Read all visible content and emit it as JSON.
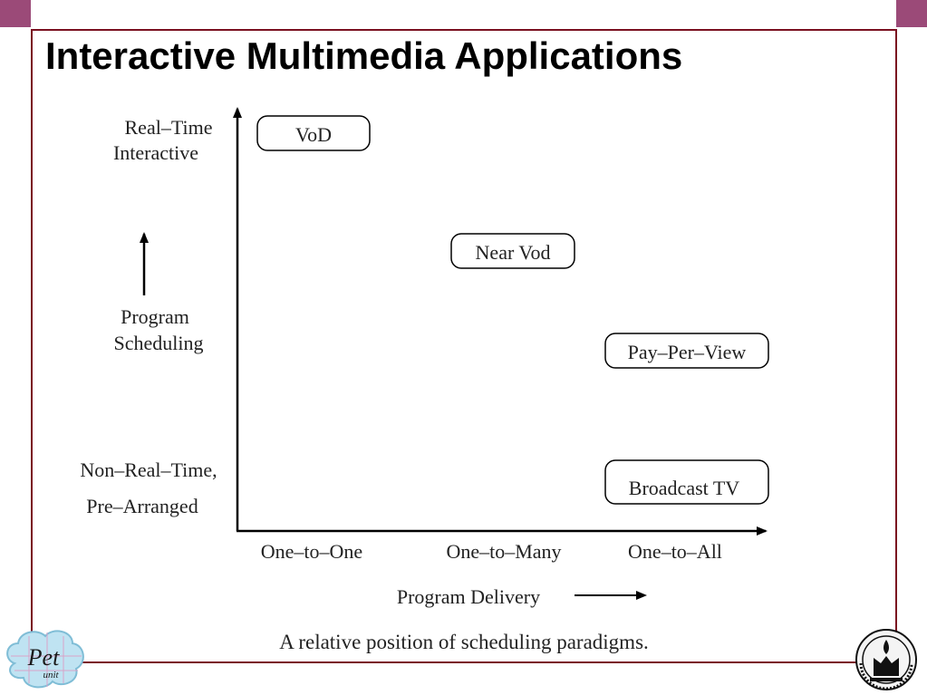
{
  "slide": {
    "title": "Interactive Multimedia Applications"
  },
  "diagram": {
    "y_axis": {
      "top_label_line1": "Real–Time",
      "top_label_line2": "Interactive",
      "middle_label_line1": "Program",
      "middle_label_line2": "Scheduling",
      "bottom_label_line1": "Non–Real–Time,",
      "bottom_label_line2": "Pre–Arranged"
    },
    "x_axis": {
      "ticks": [
        "One–to–One",
        "One–to–Many",
        "One–to–All"
      ],
      "label": "Program Delivery"
    },
    "boxes": [
      "VoD",
      "Near Vod",
      "Pay–Per–View",
      "Broadcast TV"
    ],
    "caption": "A relative position of scheduling paradigms."
  },
  "logos": {
    "left_text_1": "Pet",
    "left_text_2": "unit"
  },
  "colors": {
    "frame": "#7a1020",
    "corner": "#9b4a78",
    "text": "#222222"
  }
}
